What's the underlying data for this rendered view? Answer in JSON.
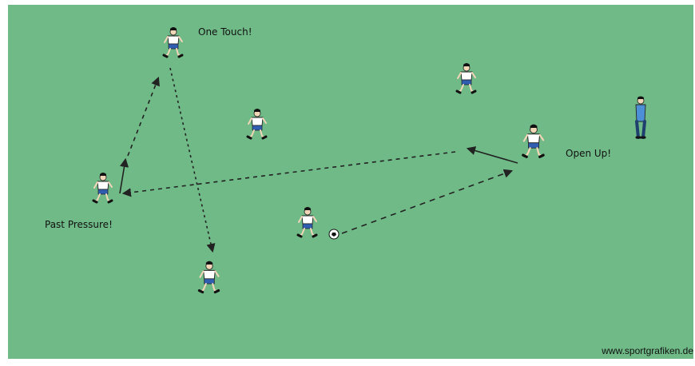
{
  "diagram": {
    "labels": {
      "one_touch": "One Touch!",
      "open_up": "Open Up!",
      "past_pressure": "Past Pressure!"
    },
    "credit": "www.sportgrafiken.de",
    "colors": {
      "field": "#6fba87",
      "background": "#ffffff",
      "shirt": "#ffffff",
      "shorts": "#2f5db0",
      "coach": "#4c8fd6",
      "line": "#222222"
    }
  }
}
